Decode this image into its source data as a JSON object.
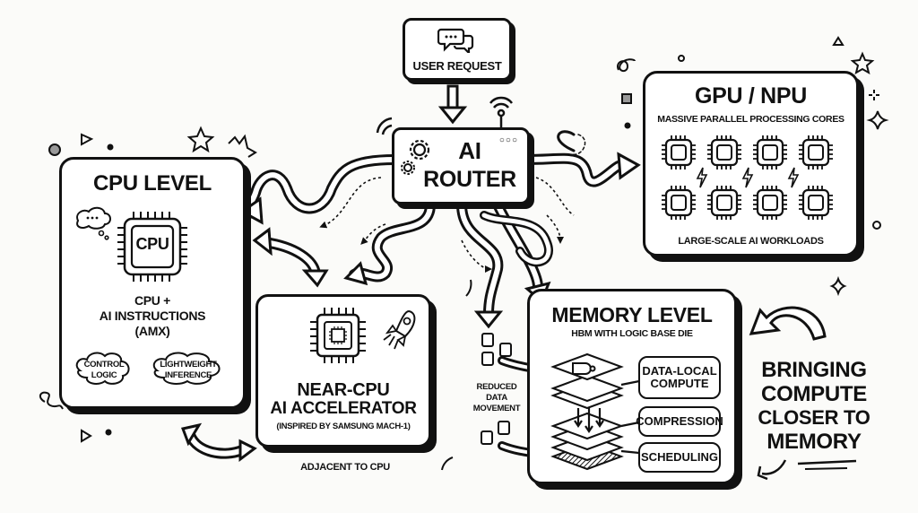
{
  "user_request": {
    "label": "USER REQUEST",
    "icon": "chat-bubbles-icon"
  },
  "router": {
    "title_line1": "AI",
    "title_line2": "ROUTER",
    "icon": "gears-icon"
  },
  "gpu": {
    "title": "GPU / NPU",
    "subtitle": "MASSIVE PARALLEL PROCESSING CORES",
    "footer": "LARGE-SCALE AI WORKLOADS",
    "core_count": 8
  },
  "cpu": {
    "title": "CPU LEVEL",
    "chip_label": "CPU",
    "desc_line1": "CPU +",
    "desc_line2": "AI INSTRUCTIONS",
    "desc_line3": "(AMX)",
    "cloud1_line1": "CONTROL",
    "cloud1_line2": "LOGIC",
    "cloud2_line1": "LIGHTWEIGHT",
    "cloud2_line2": "INFERENCE"
  },
  "near_cpu": {
    "title_line1": "NEAR-CPU",
    "title_line2": "AI ACCELERATOR",
    "subtitle": "(INSPIRED BY SAMSUNG MACH-1)",
    "caption": "ADJACENT TO CPU"
  },
  "memory": {
    "title": "MEMORY LEVEL",
    "subtitle": "HBM WITH LOGIC BASE DIE",
    "functions": [
      "DATA-LOCAL COMPUTE",
      "COMPRESSION",
      "SCHEDULING"
    ],
    "side_note_line1": "REDUCED",
    "side_note_line2": "DATA",
    "side_note_line3": "MOVEMENT"
  },
  "tagline": {
    "line1": "BRINGING",
    "line2": "COMPUTE",
    "line3": "CLOSER TO",
    "line4": "MEMORY"
  }
}
